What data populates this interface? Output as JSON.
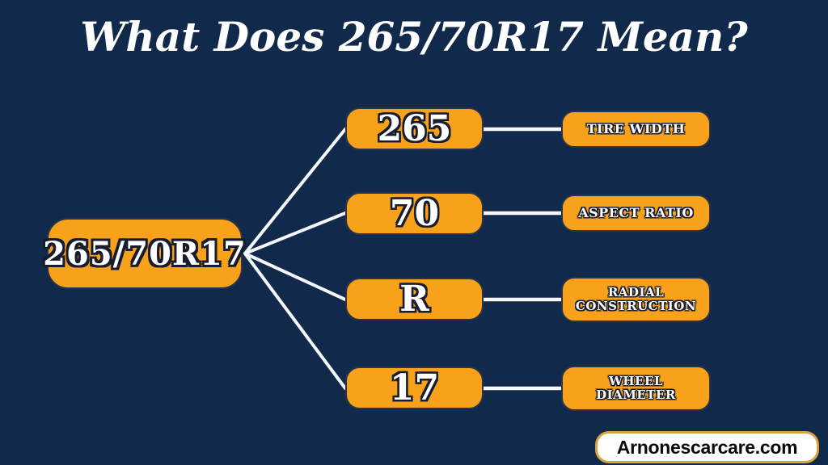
{
  "colors": {
    "background": "#112A4C",
    "box_orange": "#F8A11B",
    "text_white": "#FFFFFF",
    "outline_dark": "#171D2F",
    "connector": "#F5F8FC",
    "watermark_border": "#D9A23C",
    "watermark_bg": "#FFFFFF",
    "watermark_text": "#0A0A0A"
  },
  "title": "What Does 265/70R17 Mean?",
  "source": {
    "code": "265/70R17"
  },
  "rows": [
    {
      "code": "265",
      "label_lines": [
        "TIRE WIDTH"
      ]
    },
    {
      "code": "70",
      "label_lines": [
        "ASPECT RATIO"
      ]
    },
    {
      "code": "R",
      "label_lines": [
        "RADIAL",
        "CONSTRUCTION"
      ]
    },
    {
      "code": "17",
      "label_lines": [
        "WHEEL",
        "DIAMETER"
      ]
    }
  ],
  "watermark": {
    "text": "Arnonescarcare.com"
  }
}
